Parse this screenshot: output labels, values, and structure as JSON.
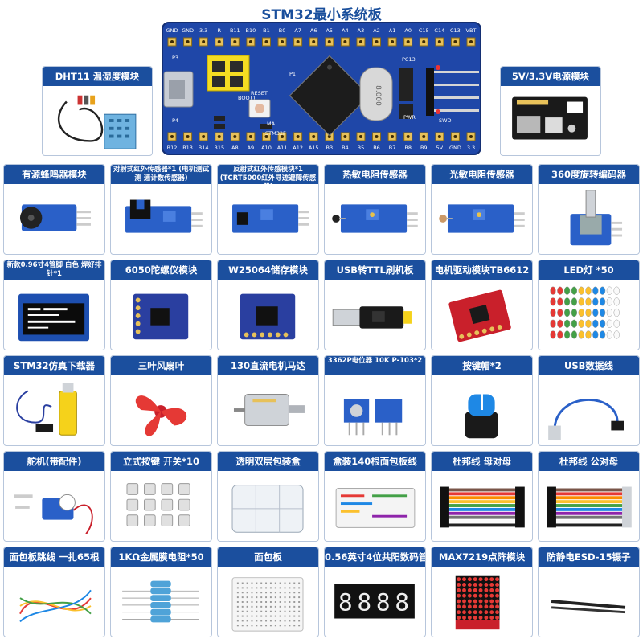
{
  "title": "STM32最小系统板",
  "colors": {
    "accent": "#1b4f9e",
    "pcb_blue": "#1f47a8",
    "pcb_red": "#c9202b",
    "title_blue": "#1a4f9c"
  },
  "board": {
    "top_pins": [
      "GND",
      "GND",
      "3.3",
      "R",
      "B11",
      "B10",
      "B1",
      "B0",
      "A7",
      "A6",
      "A5",
      "A4",
      "A3",
      "A2",
      "A1",
      "A0",
      "C15",
      "C14",
      "C13",
      "VBT"
    ],
    "bottom_pins": [
      "B12",
      "B13",
      "B14",
      "B15",
      "A8",
      "A9",
      "A10",
      "A11",
      "A12",
      "A15",
      "B3",
      "B4",
      "B5",
      "B6",
      "B7",
      "B8",
      "B9",
      "5V",
      "GND",
      "3.3"
    ],
    "silk": {
      "p3": "P3",
      "p1": "P1",
      "p4": "P4",
      "boot1": "BOOT1",
      "reset": "RESET",
      "ma": "MA",
      "stm32f": "STM32F",
      "pc13": "PC13",
      "pwr": "PWR",
      "swd": "SWD",
      "xtal": "8.000"
    }
  },
  "side_cards": {
    "left": "DHT11 温湿度模块",
    "right": "5V/3.3V电源模块"
  },
  "grid": [
    "有源蜂鸣器模块",
    "对射式红外传感器*1 (电机测试测 速计数传感器)",
    "反射式红外传感模块*1 (TCRT5000红外寻迹避障传感器)",
    "热敏电阻传感器",
    "光敏电阻传感器",
    "360度旋转编码器",
    "新款0.96寸4管脚 白色 焊好排针*1",
    "6050陀螺仪模块",
    "W25064储存模块",
    "USB转TTL刷机板",
    "电机驱动模块TB6612",
    "LED灯 *50",
    "STM32仿真下载器",
    "三叶风扇叶",
    "130直流电机马达",
    "3362P电位器 10K P-103*2",
    "按键帽*2",
    "USB数据线",
    "舵机(带配件)",
    "立式按键 开关*10",
    "透明双层包装盒",
    "盒装140根面包板线",
    "杜邦线 母对母",
    "杜邦线 公对母",
    "面包板跳线 一扎65根",
    "1KΩ金属膜电阻*50",
    "面包板",
    "0.56英寸4位共阳数码管",
    "MAX7219点阵模块",
    "防静电ESD-15镊子"
  ],
  "icons": [
    "dht11-sensor-icon",
    "power-module-icon",
    "buzzer-module-icon",
    "ir-slot-sensor-icon",
    "ir-reflective-sensor-icon",
    "thermistor-module-icon",
    "photoresistor-module-icon",
    "rotary-encoder-icon",
    "oled-display-icon",
    "gyro-module-icon",
    "flash-module-icon",
    "usb-ttl-icon",
    "motor-driver-icon",
    "led-bundle-icon",
    "stlink-icon",
    "fan-blade-icon",
    "dc-motor-icon",
    "potentiometer-icon",
    "knob-cap-icon",
    "usb-cable-icon",
    "servo-icon",
    "tact-switch-icon",
    "storage-box-icon",
    "jumper-box-icon",
    "dupont-ff-icon",
    "dupont-mf-icon",
    "jumper-bundle-icon",
    "resistor-icon",
    "breadboard-icon",
    "seven-segment-icon",
    "led-matrix-icon",
    "tweezers-icon"
  ]
}
